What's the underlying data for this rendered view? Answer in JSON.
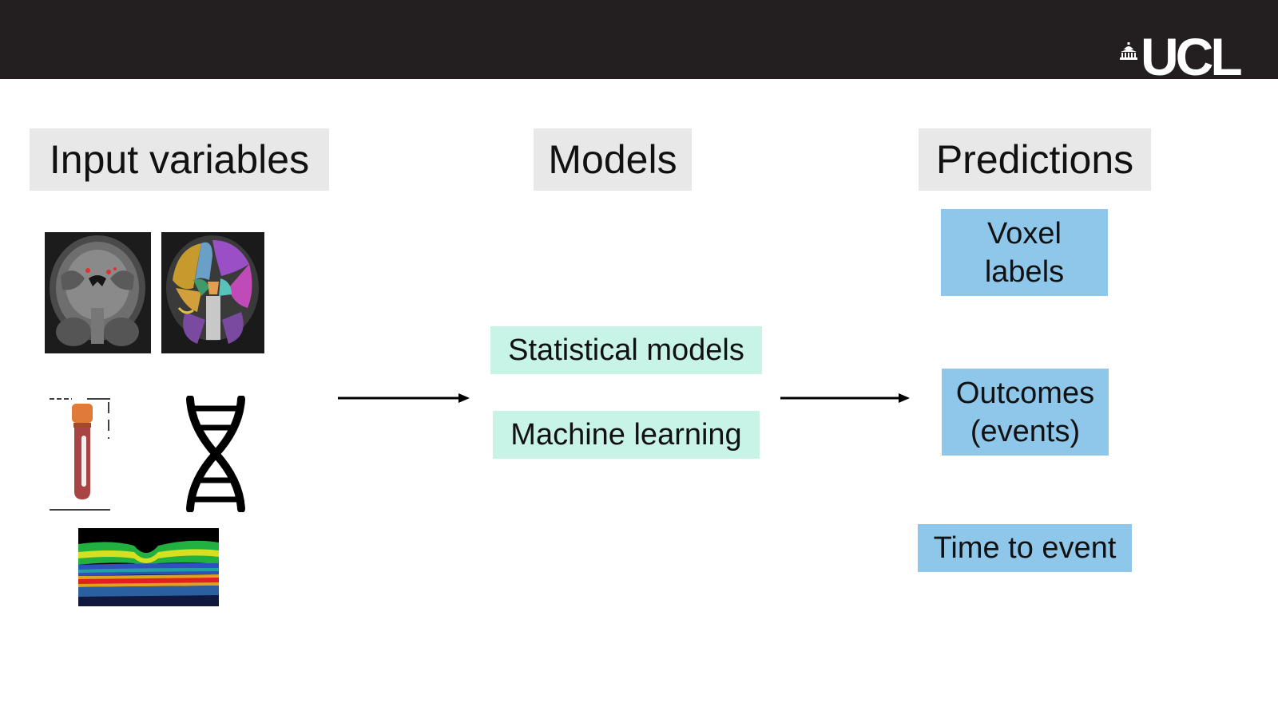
{
  "logo": {
    "text": "UCL",
    "icon": "portico-icon"
  },
  "columns": {
    "inputs": {
      "label": "Input variables"
    },
    "models": {
      "label": "Models"
    },
    "predictions": {
      "label": "Predictions"
    }
  },
  "models": [
    {
      "label": "Statistical models"
    },
    {
      "label": "Machine learning"
    }
  ],
  "predictions": {
    "voxel": {
      "line1": "Voxel",
      "line2": "labels"
    },
    "outcomes": {
      "line1": "Outcomes",
      "line2": "(events)"
    },
    "time": {
      "label": "Time to event"
    }
  },
  "input_images": [
    "brain-mri-image",
    "brain-segmentation-image",
    "blood-tube-icon",
    "dna-icon",
    "retina-oct-image"
  ],
  "colors": {
    "topbar": "#231f20",
    "header_box": "#e8e8e8",
    "model_box": "#c8f3e7",
    "prediction_box": "#8ec7ea"
  }
}
